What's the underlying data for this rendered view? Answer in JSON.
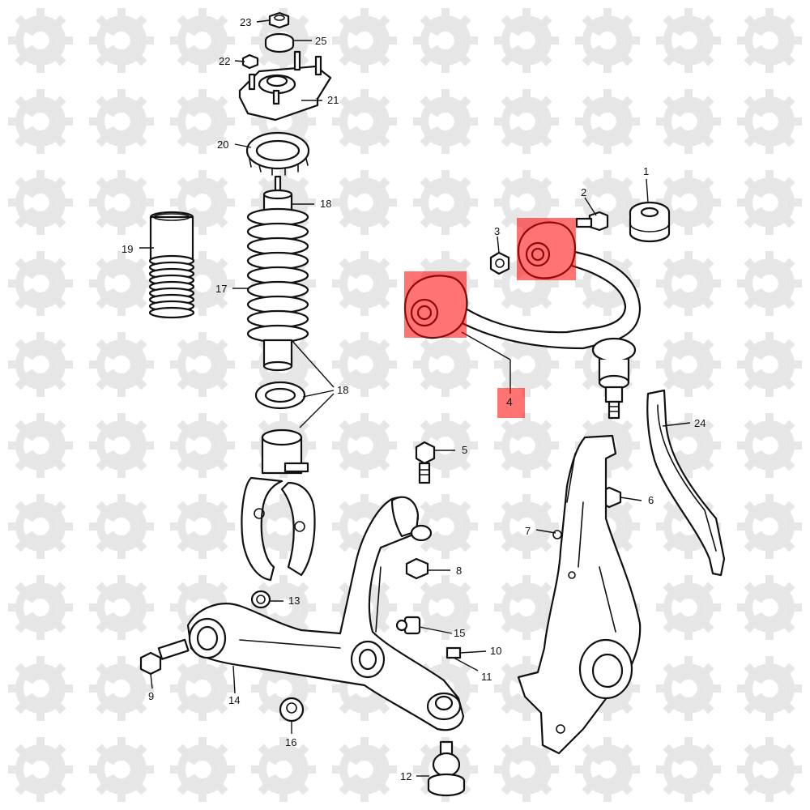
{
  "callouts": {
    "c1": "1",
    "c2": "2",
    "c3": "3",
    "c4": "4",
    "c5": "5",
    "c6": "6",
    "c7": "7",
    "c8": "8",
    "c9": "9",
    "c10": "10",
    "c11": "11",
    "c12": "12",
    "c13": "13",
    "c14": "14",
    "c15": "15",
    "c16": "16",
    "c17": "17",
    "c18a": "18",
    "c18b": "18",
    "c19": "19",
    "c20": "20",
    "c21": "21",
    "c22": "22",
    "c23": "23",
    "c24": "24",
    "c25": "25"
  },
  "highlight": {
    "color": "#ff0000",
    "highlighted_callout": "4"
  },
  "watermark": {
    "icon": "gear-logo-icon",
    "color": "#e6e6e6"
  }
}
